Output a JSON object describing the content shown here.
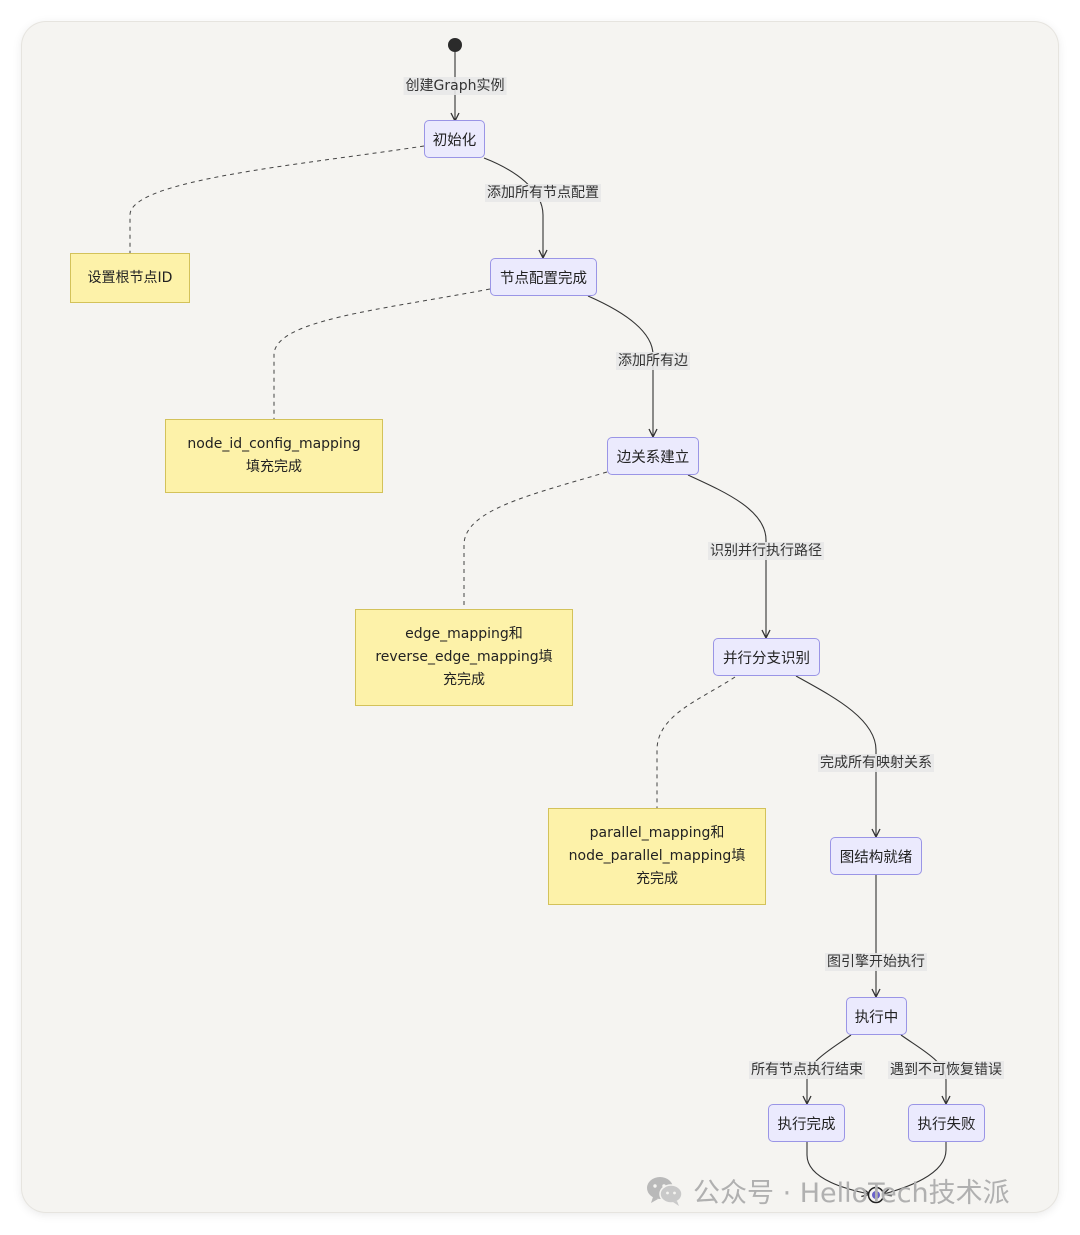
{
  "states": {
    "init": "初始化",
    "nodes_done": "节点配置完成",
    "edges_built": "边关系建立",
    "parallel_id": "并行分支识别",
    "graph_ready": "图结构就绪",
    "running": "执行中",
    "exec_done": "执行完成",
    "exec_failed": "执行失败"
  },
  "notes": {
    "root": "设置根节点ID",
    "node_mapping": [
      "node_id_config_mapping",
      "填充完成"
    ],
    "edge_mapping": [
      "edge_mapping和",
      "reverse_edge_mapping填",
      "充完成"
    ],
    "parallel_mapping": [
      "parallel_mapping和",
      "node_parallel_mapping填",
      "充完成"
    ]
  },
  "transitions": {
    "create": "创建Graph实例",
    "add_nodes": "添加所有节点配置",
    "add_edges": "添加所有边",
    "identify_parallel": "识别并行执行路径",
    "complete_mapping": "完成所有映射关系",
    "engine_start": "图引擎开始执行",
    "all_done": "所有节点执行结束",
    "fatal_error": "遇到不可恢复错误"
  },
  "watermark": "公众号 · HelloTech技术派",
  "colors": {
    "state_fill": "#ebeafd",
    "state_border": "#9a95e6",
    "note_fill": "#fdf2a9",
    "note_border": "#d3c25a",
    "background": "#f5f4f1"
  }
}
